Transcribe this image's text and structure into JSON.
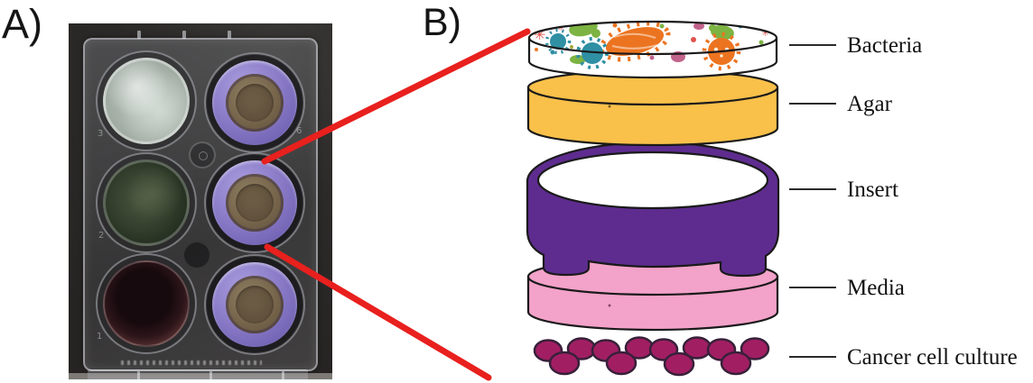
{
  "panel_a": {
    "label": "A)",
    "plate_well_numbers": [
      "3",
      "2",
      "1",
      "6"
    ]
  },
  "panel_b": {
    "label": "B)",
    "layers": [
      {
        "name": "bacteria",
        "label": "Bacteria"
      },
      {
        "name": "agar",
        "label": "Agar"
      },
      {
        "name": "insert",
        "label": "Insert"
      },
      {
        "name": "media",
        "label": "Media"
      },
      {
        "name": "cancer_cells",
        "label": "Cancer cell culture"
      }
    ]
  },
  "colors": {
    "agar": "#F9C04A",
    "insert_purple": "#5E2C8F",
    "media_pink": "#F3A2C9",
    "cell_fill": "#A21E63",
    "cell_outline": "#38203A",
    "outline": "#1A1A1A",
    "callout_red": "#E8201E",
    "microbe_green": "#7CB342",
    "microbe_orange": "#EC7420",
    "microbe_teal": "#2F8FA3",
    "microbe_red": "#E0524D",
    "microbe_pink": "#C2638C",
    "label_line": "#2A2A2A"
  }
}
